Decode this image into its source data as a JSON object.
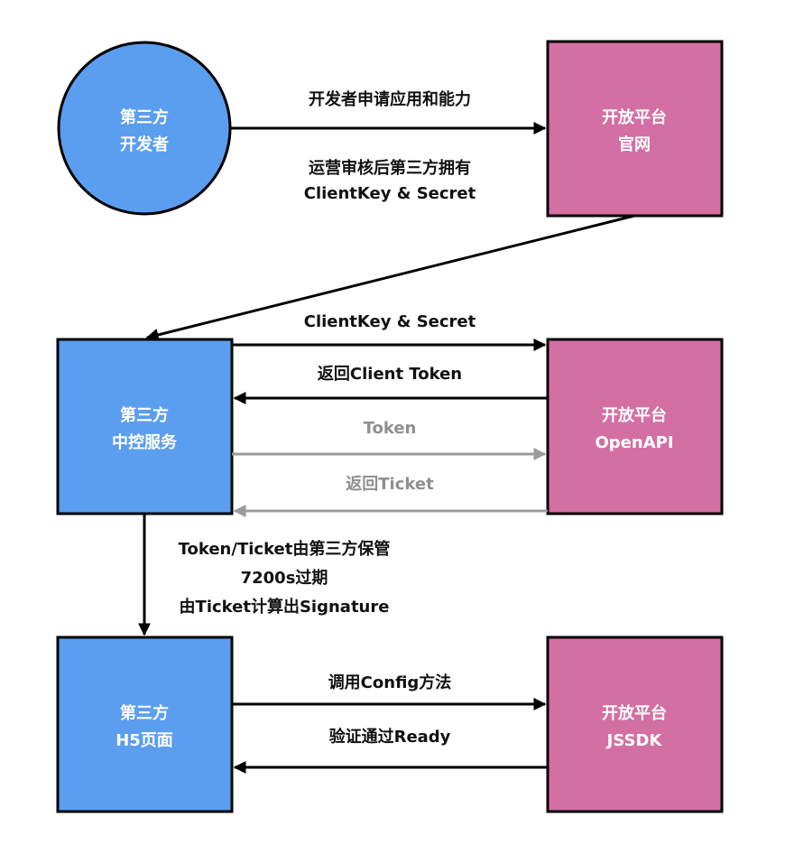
{
  "colors": {
    "developer_blue": "#5b9ef0",
    "platform_pink": "#d46fa3",
    "outline": "#000000",
    "arrow_dark": "#000000",
    "arrow_gray": "#9b9b9b",
    "label_gray": "#8f8f8f"
  },
  "nodes": {
    "developer": {
      "line1": "第三方",
      "line2": "开发者"
    },
    "platform_site": {
      "line1": "开放平台",
      "line2": "官网"
    },
    "control_service": {
      "line1": "第三方",
      "line2": "中控服务"
    },
    "platform_openapi": {
      "line1": "开放平台",
      "line2": "OpenAPI"
    },
    "h5_page": {
      "line1": "第三方",
      "line2": "H5页面"
    },
    "platform_jssdk": {
      "line1": "开放平台",
      "line2": "JSSDK"
    }
  },
  "edges": {
    "apply": {
      "label": "开发者申请应用和能力"
    },
    "review": {
      "line1": "运营审核后第三方拥有",
      "line2": "ClientKey & Secret"
    },
    "send_key": {
      "label": "ClientKey & Secret"
    },
    "return_token": {
      "label": "返回Client Token"
    },
    "send_token": {
      "label": "Token"
    },
    "return_ticket": {
      "label": "返回Ticket"
    },
    "custody": {
      "line1": "Token/Ticket由第三方保管",
      "line2": "7200s过期",
      "line3": "由Ticket计算出Signature"
    },
    "call_config": {
      "label": "调用Config方法"
    },
    "ready": {
      "label": "验证通过Ready"
    }
  }
}
